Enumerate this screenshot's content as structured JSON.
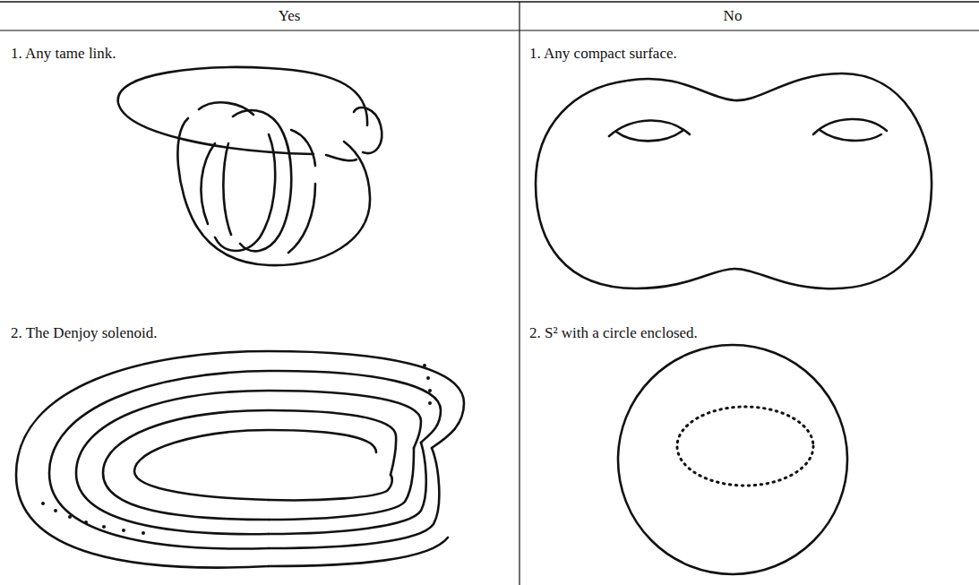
{
  "diagram": {
    "labels": [
      "Yes",
      "No",
      "1. Any tame link.",
      "1. Any compact surface.",
      "2. The Denjoy solenoid.",
      "2. S² with a circle enclosed."
    ]
  }
}
